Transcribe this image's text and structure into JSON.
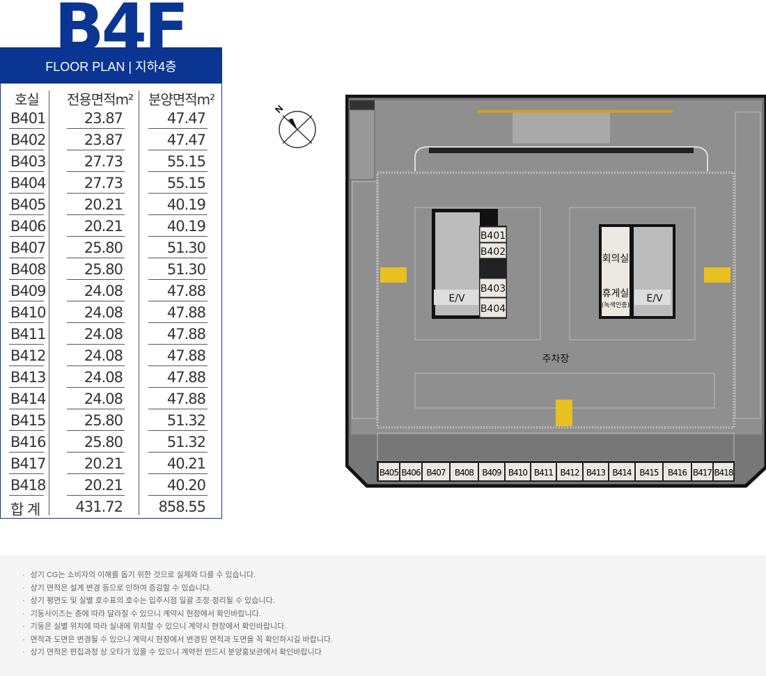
{
  "floor": "B4F",
  "subtitle": "FLOOR PLAN | 지하4층",
  "table": {
    "headers": [
      "호실",
      "전용면적m²",
      "분양면적m²"
    ],
    "rows": [
      [
        "B401",
        "23.87",
        "47.47"
      ],
      [
        "B402",
        "23.87",
        "47.47"
      ],
      [
        "B403",
        "27.73",
        "55.15"
      ],
      [
        "B404",
        "27.73",
        "55.15"
      ],
      [
        "B405",
        "20.21",
        "40.19"
      ],
      [
        "B406",
        "20.21",
        "40.19"
      ],
      [
        "B407",
        "25.80",
        "51.30"
      ],
      [
        "B408",
        "25.80",
        "51.30"
      ],
      [
        "B409",
        "24.08",
        "47.88"
      ],
      [
        "B410",
        "24.08",
        "47.88"
      ],
      [
        "B411",
        "24.08",
        "47.88"
      ],
      [
        "B412",
        "24.08",
        "47.88"
      ],
      [
        "B413",
        "24.08",
        "47.88"
      ],
      [
        "B414",
        "24.08",
        "47.88"
      ],
      [
        "B415",
        "25.80",
        "51.32"
      ],
      [
        "B416",
        "25.80",
        "51.32"
      ],
      [
        "B417",
        "20.21",
        "40.21"
      ],
      [
        "B418",
        "20.21",
        "40.20"
      ]
    ],
    "total": [
      "합 계",
      "431.72",
      "858.55"
    ]
  },
  "compass": "N",
  "plan": {
    "core_units": [
      "B401",
      "B402",
      "B403",
      "B404"
    ],
    "ev": "E/V",
    "meeting": "회의실",
    "lounge": "휴게실",
    "lounge_sub": "(녹색인증)",
    "parking": "주차장",
    "bottom_units": [
      "B405",
      "B406",
      "B407",
      "B408",
      "B409",
      "B410",
      "B411",
      "B412",
      "B413",
      "B414",
      "B415",
      "B416",
      "B417",
      "B418"
    ]
  },
  "notes": [
    "상기 CG는 소비자의 이해를 돕기 위한 것으로 실제와 다를 수 있습니다.",
    "상기 면적은 설계 변경 등으로 인하여 증감할 수 있습니다.",
    "상기 평면도 및 실별 호수표의 호수는 입주시점 일괄 조정·정리될 수 있습니다.",
    "기둥사이즈는 층에 따라 달라질 수 있으니 계약시 현장에서 확인바랍니다.",
    "기둥은 실별 위치에 따라 실내에 위치할 수 있으니 계약시 현장에서 확인바랍니다.",
    "면적과 도면은 변경될 수 있으니 계약시 현장에서 변경된 면적과 도면을 꼭 확인하시길 바랍니다.",
    "상기 면적은 편집과정 상 오타가 있을 수 있으니 계약전 반드시 분양홍보관에서 확인바랍니다"
  ]
}
